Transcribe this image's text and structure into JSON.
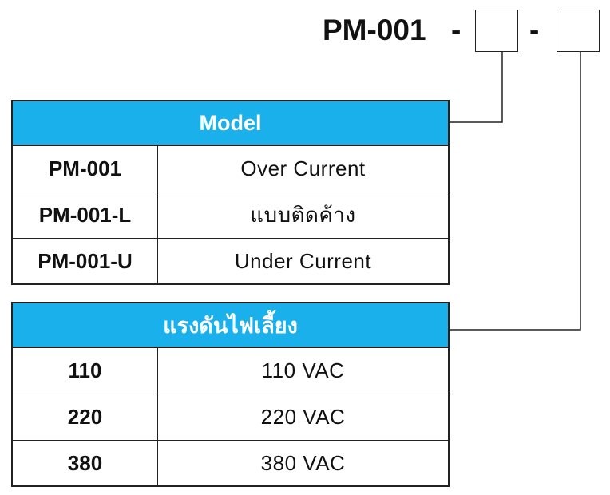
{
  "model_code": {
    "base": "PM-001",
    "separator_1": "-",
    "separator_2": "-"
  },
  "model_table": {
    "header": "Model",
    "rows": [
      {
        "code": "PM-001",
        "description": "Over Current"
      },
      {
        "code": "PM-001-L",
        "description": "แบบติดค้าง"
      },
      {
        "code": "PM-001-U",
        "description": "Under Current"
      }
    ]
  },
  "voltage_table": {
    "header": "แรงดันไฟเลี้ยง",
    "rows": [
      {
        "code": "110",
        "description": "110 VAC"
      },
      {
        "code": "220",
        "description": "220 VAC"
      },
      {
        "code": "380",
        "description": "380 VAC"
      }
    ]
  },
  "colors": {
    "header_bg": "#1ab0ec",
    "header_text": "#ffffff",
    "border": "#222222"
  }
}
